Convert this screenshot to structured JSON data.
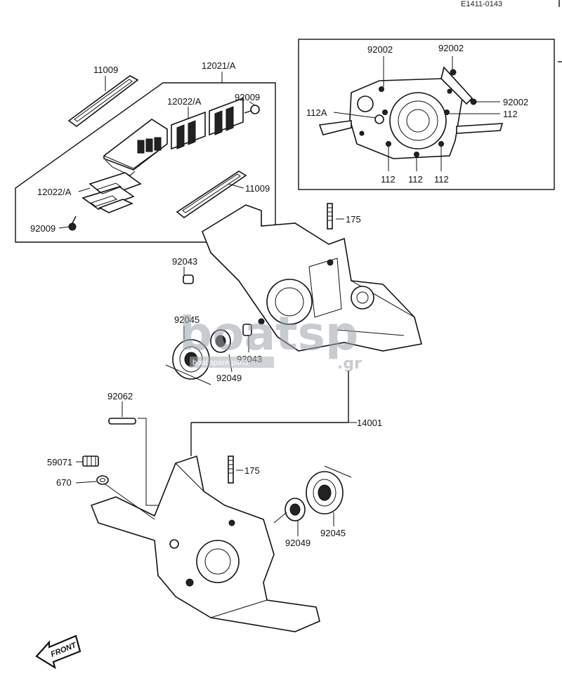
{
  "diagram_code": "E1411-0143",
  "labels": {
    "p11009_top": "11009",
    "p12021": "12021/A",
    "p12022_top": "12022/A",
    "p92009_top": "92009",
    "p12022_bot": "12022/A",
    "p92009_bot": "92009",
    "p11009_bot": "11009",
    "p92002_a": "92002",
    "p92002_b": "92002",
    "p92002_c": "92002",
    "p112A": "112A",
    "p112_r": "112",
    "p112_b1": "112",
    "p112_b2": "112",
    "p112_b3": "112",
    "p175_top": "175",
    "p92043_a": "92043",
    "p92045_top": "92045",
    "p92043_b": "92043",
    "p92049_top": "92049",
    "p92062": "92062",
    "p14001": "14001",
    "p59071": "59071",
    "p670": "670",
    "p175_bot": "175",
    "p92049_bot": "92049",
    "p92045_bot": "92045"
  },
  "front_label": "FRONT",
  "watermark": {
    "brand": "boatsp",
    "domain": ".gr",
    "tagline": "boat spare parts"
  }
}
